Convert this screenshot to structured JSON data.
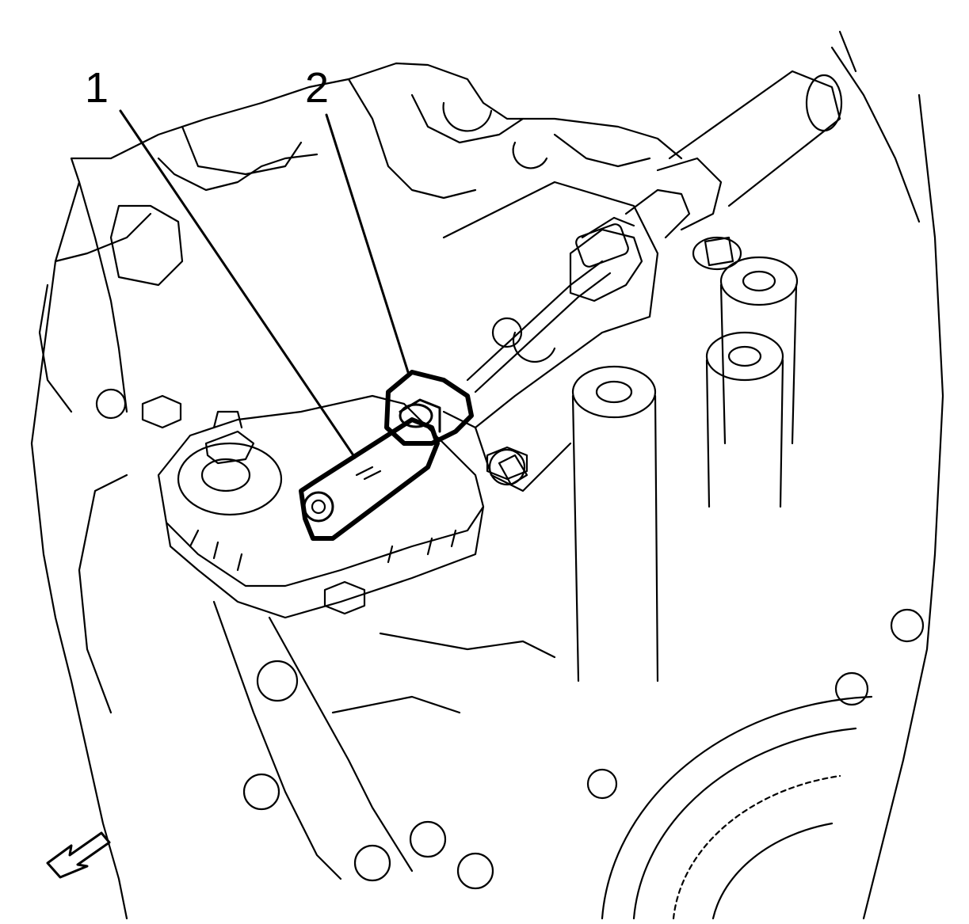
{
  "callouts": [
    {
      "id": "1",
      "label": "1"
    },
    {
      "id": "2",
      "label": "2"
    }
  ],
  "icons": {
    "direction_arrow": "front-direction-arrow-icon"
  },
  "colors": {
    "ink": "#000000",
    "background": "#ffffff"
  }
}
